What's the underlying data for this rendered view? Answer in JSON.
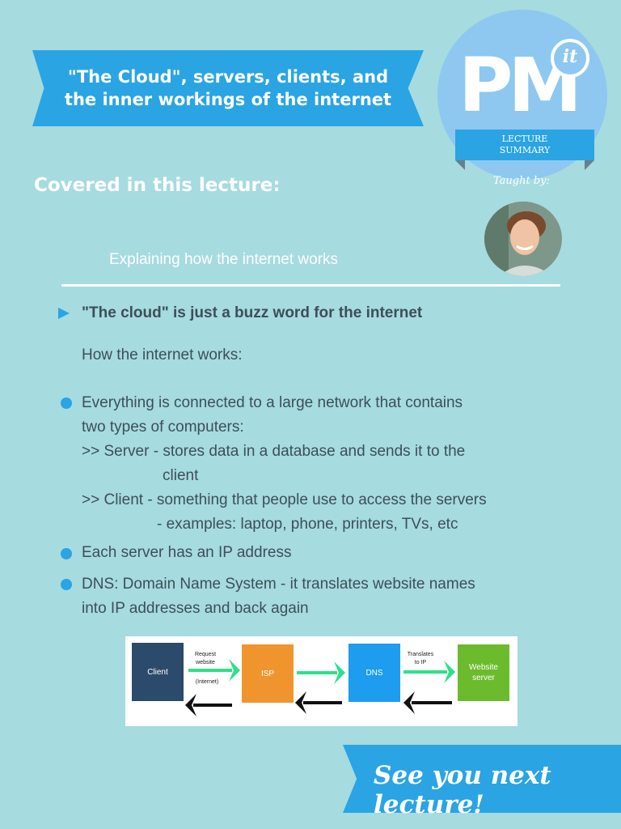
{
  "header": {
    "title": "\"The Cloud\", servers, clients, and the inner workings of the internet"
  },
  "badge": {
    "logo": "PM",
    "logo_suffix": "it",
    "ribbon_line1": "LECTURE",
    "ribbon_line2": "SUMMARY"
  },
  "instructor": {
    "taught_by": "Taught by:",
    "avatar_icon": "instructor-photo"
  },
  "section": {
    "heading": "Covered in this lecture:",
    "subtitle": "Explaining how the internet works"
  },
  "content": {
    "highlight": "\"The cloud\" is just a buzz word for the internet",
    "intro": "How the internet works:",
    "bullet1_line1": "Everything is connected to a large network that contains",
    "bullet1_line2": "two types of computers:",
    "server_line1": ">> Server - stores data in a database and sends it to the",
    "server_line2": "client",
    "client_line1": ">> Client - something that people use to access the servers",
    "client_line2": "- examples: laptop, phone, printers, TVs, etc",
    "bullet2": "Each server has an IP address",
    "bullet3_line1": "DNS: Domain Name System - it translates website names",
    "bullet3_line2": "into IP addresses and back again"
  },
  "diagram": {
    "client": "Client",
    "isp": "ISP",
    "dns": "DNS",
    "website_line1": "Website",
    "website_line2": "server",
    "request_line1": "Request",
    "request_line2": "website",
    "request_line3": "(Internet)",
    "translates_line1": "Translates",
    "translates_line2": "to IP",
    "colors": {
      "client": "#2c4a6b",
      "isp": "#f0952e",
      "dns": "#1e9cf0",
      "website": "#6cbb2d",
      "forward_arrow": "#2ee089",
      "back_arrow": "#111111"
    }
  },
  "footer": {
    "message": "See you next lecture!"
  },
  "colors": {
    "background": "#a6dbe0",
    "accent": "#2aa4e3",
    "text": "#3d4f58"
  }
}
